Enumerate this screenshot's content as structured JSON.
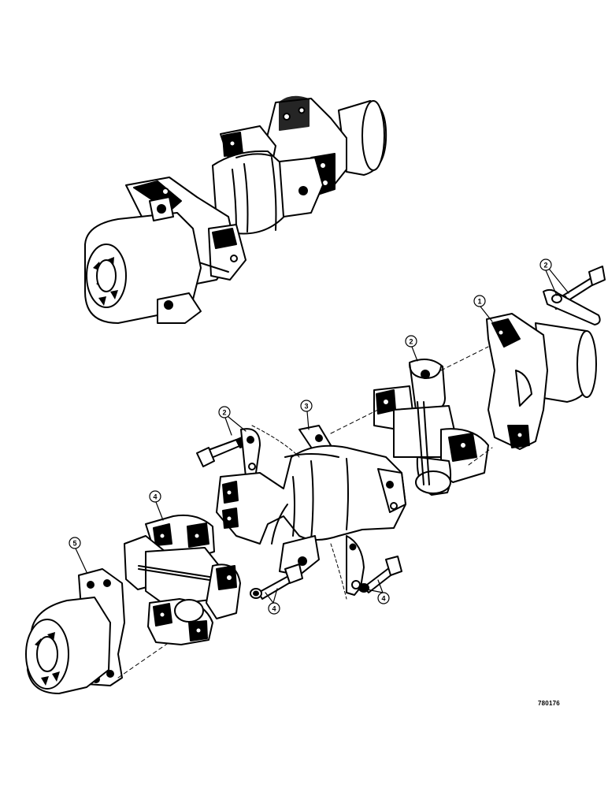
{
  "figure_id": "780176",
  "callouts": {
    "c1": "1",
    "c2_top": "2",
    "c2_mid": "2",
    "c2_left": "2",
    "c3": "3",
    "c4_upper": "4",
    "c4_lower_left": "4",
    "c4_lower_right": "4",
    "c5": "5"
  },
  "icons": [
    "drive-shaft-assembly-icon",
    "universal-joint-icon",
    "yoke-icon",
    "bolt-icon",
    "lock-strap-icon"
  ]
}
